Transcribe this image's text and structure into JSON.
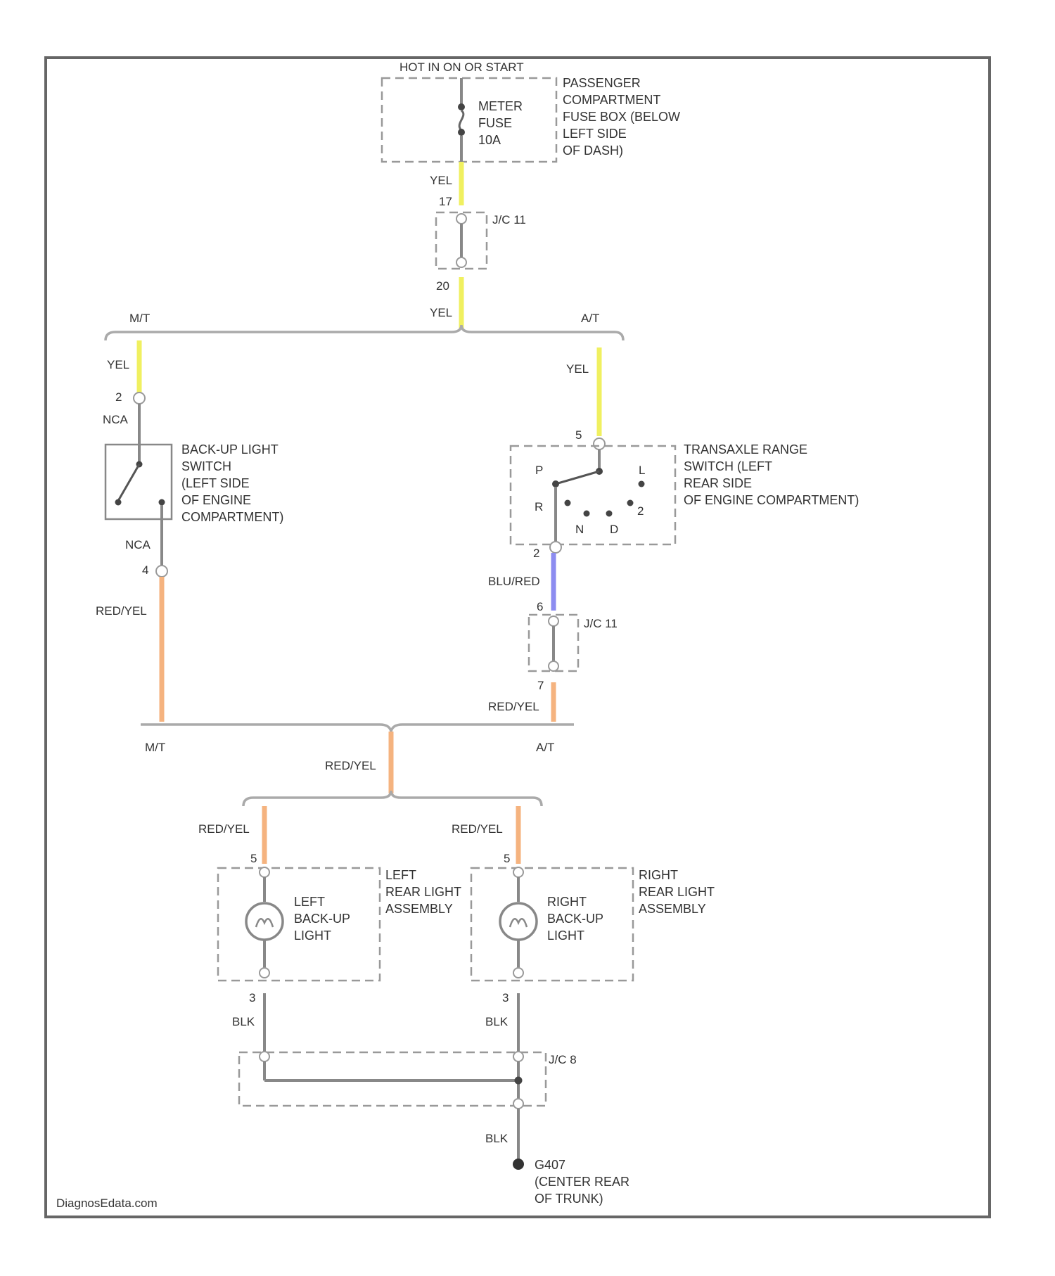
{
  "header": {
    "power_label": "HOT IN ON OR START"
  },
  "fuse_box": {
    "fuse_label": [
      "METER",
      "FUSE",
      "10A"
    ],
    "location": [
      "PASSENGER",
      "COMPARTMENT",
      "FUSE BOX (BELOW",
      "LEFT SIDE",
      "OF DASH)"
    ]
  },
  "jc11_top": {
    "name": "J/C 11",
    "pin_in": "17",
    "pin_out": "20"
  },
  "wires": {
    "yel_1": "YEL",
    "yel_2": "YEL",
    "yel_mt": "YEL",
    "yel_at": "YEL",
    "red_yel_mt": "RED/YEL",
    "blu_red": "BLU/RED",
    "red_yel_at": "RED/YEL",
    "red_yel_mid": "RED/YEL",
    "red_yel_left": "RED/YEL",
    "red_yel_right": "RED/YEL",
    "blk_left": "BLK",
    "blk_right": "BLK",
    "blk_ground": "BLK",
    "nca_top": "NCA",
    "nca_bottom": "NCA"
  },
  "branches": {
    "upper_mt": "M/T",
    "upper_at": "A/T",
    "lower_mt": "M/T",
    "lower_at": "A/T"
  },
  "backup_switch": {
    "pin_top": "2",
    "pin_bottom": "4",
    "description": [
      "BACK-UP LIGHT",
      "SWITCH",
      "(LEFT SIDE",
      "OF ENGINE",
      "COMPARTMENT)"
    ]
  },
  "range_switch": {
    "pin_in": "5",
    "pin_out": "2",
    "description": [
      "TRANSAXLE RANGE",
      "SWITCH (LEFT",
      "REAR SIDE",
      "OF ENGINE COMPARTMENT)"
    ],
    "positions": {
      "p": "P",
      "r": "R",
      "n": "N",
      "d": "D",
      "two": "2",
      "l": "L"
    }
  },
  "jc11_bottom": {
    "name": "J/C 11",
    "pin_in": "6",
    "pin_out": "7"
  },
  "left_light": {
    "pin_top": "5",
    "pin_bottom": "3",
    "label": [
      "LEFT",
      "BACK-UP",
      "LIGHT"
    ],
    "assembly": [
      "LEFT",
      "REAR LIGHT",
      "ASSEMBLY"
    ]
  },
  "right_light": {
    "pin_top": "5",
    "pin_bottom": "3",
    "label": [
      "RIGHT",
      "BACK-UP",
      "LIGHT"
    ],
    "assembly": [
      "RIGHT",
      "REAR LIGHT",
      "ASSEMBLY"
    ]
  },
  "jc8": {
    "name": "J/C 8"
  },
  "ground": {
    "label": [
      "G407",
      "(CENTER REAR",
      "OF TRUNK)"
    ]
  },
  "watermark": "DiagnosEdata.com",
  "colors": {
    "yellow": "#f0f060",
    "orange": "#f5b37f",
    "blue": "#8c8cf0",
    "gray": "#888888",
    "frame": "#666666"
  }
}
